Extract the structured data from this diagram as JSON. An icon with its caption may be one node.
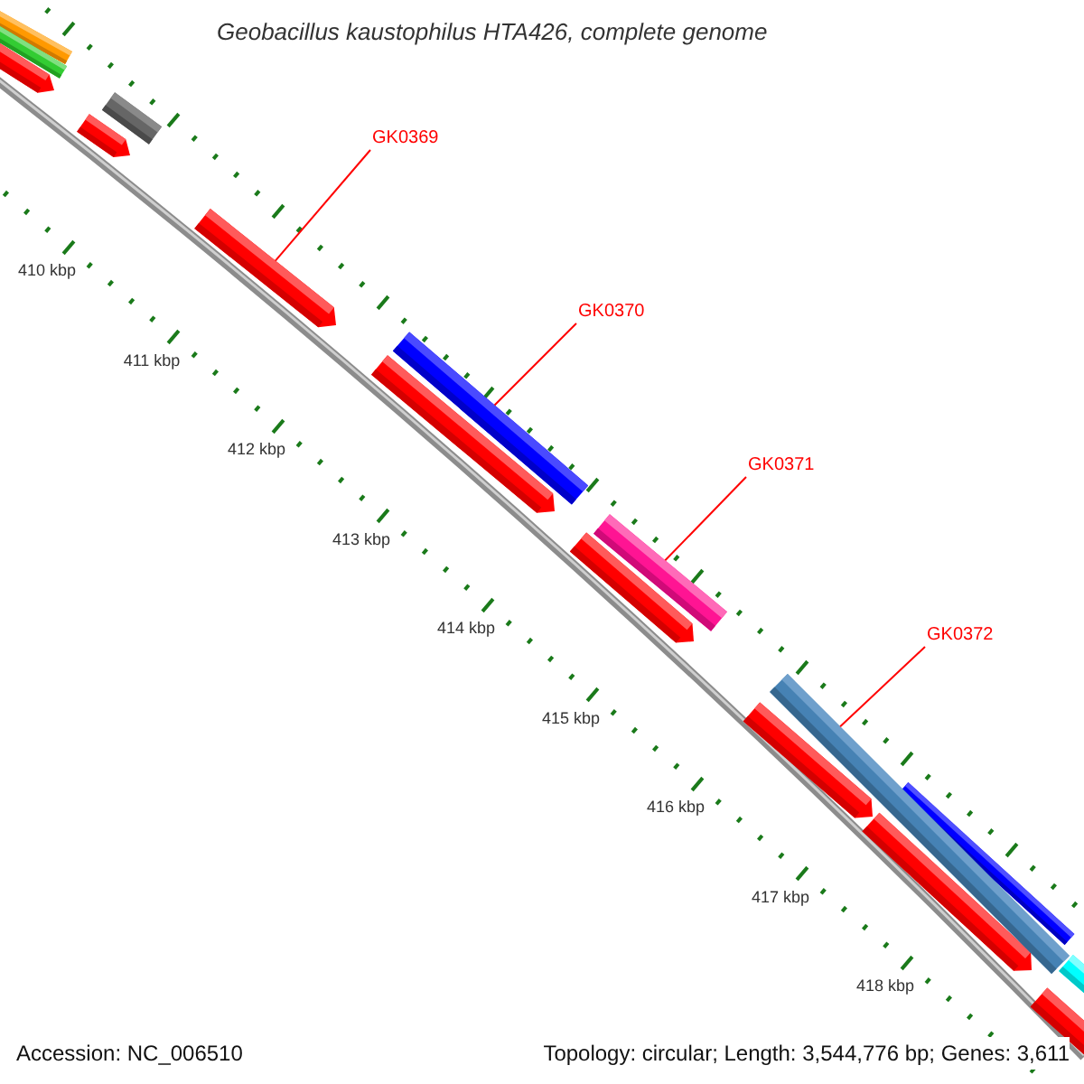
{
  "diagram": {
    "title": "Geobacillus kaustophilus HTA426, complete genome",
    "nodes": [
      {
        "text": [
          "GK0369"
        ]
      },
      {
        "text": [],
        "shape": "bar"
      },
      {
        "text": [
          "GK0370"
        ]
      },
      {
        "text": [],
        "shape": "bar"
      },
      {
        "text": [
          "GK0371"
        ]
      },
      {
        "text": [],
        "shape": "bar"
      },
      {
        "text": [
          "GK0372"
        ]
      },
      {
        "text": [],
        "shape": "bar"
      }
    ],
    "edges": [
      {
        "from": 0,
        "to": 1,
        "arrow": "none"
      },
      {
        "from": 2,
        "to": 3,
        "arrow": "none"
      },
      {
        "from": 4,
        "to": 5,
        "arrow": "none"
      },
      {
        "from": 6,
        "to": 7,
        "arrow": "none"
      }
    ],
    "labels": [
      "410 kbp",
      "411 kbp",
      "412 kbp",
      "413 kbp",
      "414 kbp",
      "415 kbp",
      "416 kbp",
      "417 kbp",
      "418 kbp",
      "Accession: NC_006510",
      "Topology: circular; Length: 3,544,776 bp; Genes: 3,611"
    ]
  }
}
